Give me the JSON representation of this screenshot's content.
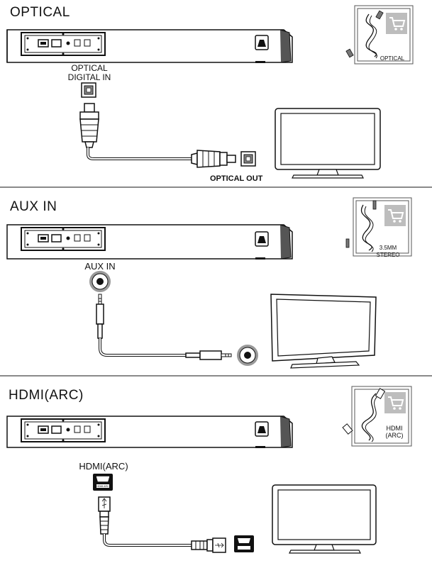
{
  "sections": [
    {
      "id": "optical",
      "title": "OPTICAL",
      "port_label": "OPTICAL\nDIGITAL IN",
      "tv_port_label": "OPTICAL OUT",
      "box_label": "OPTICAL"
    },
    {
      "id": "aux",
      "title": "AUX IN",
      "port_label": "AUX IN",
      "box_label": "3.5MM\nSTEREO"
    },
    {
      "id": "hdmi",
      "title": "HDMI(ARC)",
      "port_label": "HDMI(ARC)",
      "box_label": "HDMI\n(ARC)"
    }
  ],
  "icons": {
    "cart": "shopping-cart-icon",
    "soundbar": "soundbar",
    "tv": "tv-monitor",
    "hdmi_port_text": "HDMI ARC"
  }
}
